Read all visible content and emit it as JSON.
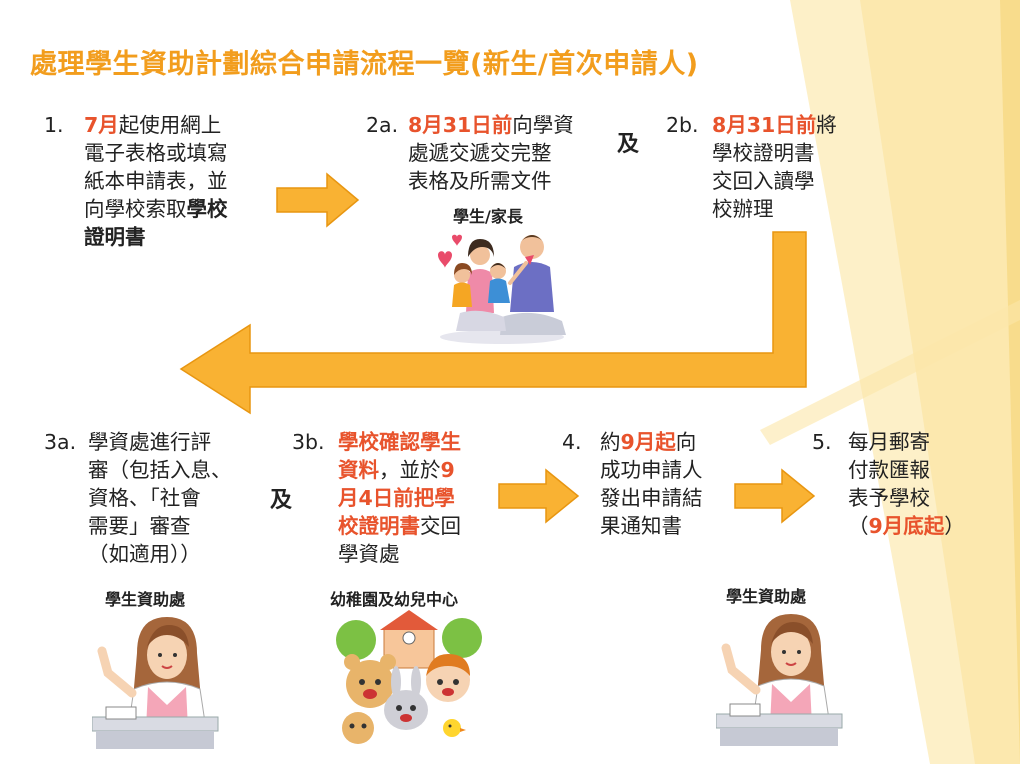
{
  "title": "處理學生資助計劃綜合申請流程一覽(新生/首次申請人)",
  "steps": {
    "s1": {
      "num": "1.",
      "l1a": "7月",
      "l1b": "起使用網上",
      "l2": "電子表格或填寫",
      "l3": "紙本申請表，並",
      "l4a": "向學校索取",
      "l4b": "學校",
      "l5": "證明書"
    },
    "s2a": {
      "num": "2a.",
      "l1a": "8月31日前",
      "l1b": "向學資",
      "l2": "處遞交遞交完整",
      "l3": "表格及所需文件"
    },
    "s2b": {
      "num": "2b.",
      "l1a": "8月31日前",
      "l1b": "將",
      "l2": "學校證明書",
      "l3": "交回入讀學",
      "l4": "校辦理"
    },
    "s3a": {
      "num": "3a.",
      "l1": "學資處進行評",
      "l2": "審（包括入息、",
      "l3": "資格、「社會",
      "l4": "需要」審查",
      "l5": "（如適用））"
    },
    "s3b": {
      "num": "3b.",
      "l1": "學校確認學生",
      "l2a": "資料",
      "l2b": "，並於",
      "l2c": "9",
      "l3": "月4日前把學",
      "l4a": "校證明書",
      "l4b": "交回",
      "l5": "學資處"
    },
    "s4": {
      "num": "4.",
      "l1a": "約",
      "l1b": "9月起",
      "l1c": "向",
      "l2": "成功申請人",
      "l3": "發出申請結",
      "l4": "果通知書"
    },
    "s5": {
      "num": "5.",
      "l1": "每月郵寄",
      "l2": "付款匯報",
      "l3": "表予學校",
      "l4a": "（",
      "l4b": "9月底起",
      "l4c": "）"
    }
  },
  "and_word": "及",
  "captions": {
    "family": "學生/家長",
    "office_left": "學生資助處",
    "kindergarten": "幼稚園及幼兒中心",
    "office_right": "學生資助處"
  },
  "colors": {
    "title": "#f29d1d",
    "highlight": "#e8532c",
    "arrow_fill": "#f9b233",
    "arrow_stroke": "#e89611",
    "background_accent": "#fbe6a8"
  },
  "icons": [
    "family-illustration",
    "officer-illustration",
    "kindergarten-illustration"
  ]
}
